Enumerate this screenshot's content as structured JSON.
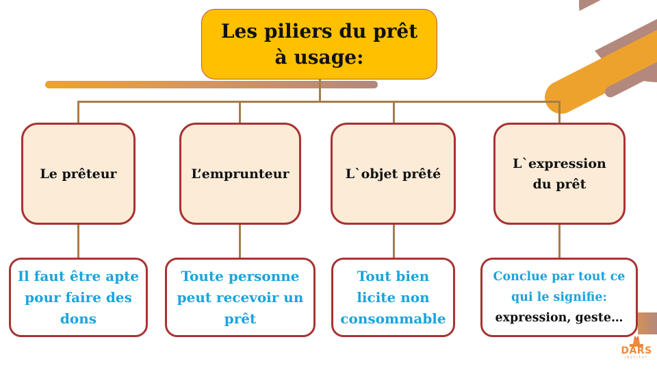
{
  "title": {
    "line1": "Les piliers du prêt",
    "line2": "à usage:"
  },
  "pillars": [
    {
      "label": "Le prêteur",
      "description": {
        "lines": [
          "Il faut être apte",
          "pour faire des",
          "dons"
        ]
      }
    },
    {
      "label": "L’emprunteur",
      "description": {
        "lines": [
          "Toute personne",
          "peut recevoir un",
          "prêt"
        ]
      }
    },
    {
      "label": "L`objet prêté",
      "description": {
        "lines": [
          "Tout bien",
          "licite non",
          "consommable"
        ]
      }
    },
    {
      "label_lines": [
        "L`expression",
        "du prêt"
      ],
      "description": {
        "lines": [
          "Conclue par tout ce",
          "qui le signifie:"
        ],
        "emphasis_line": "expression, geste…"
      }
    }
  ],
  "logo": {
    "name": "DARS",
    "subtitle": "INSTITUT"
  },
  "colors": {
    "title_fill": "#ffc000",
    "pillar_fill": "#fcebd7",
    "border": "#a83232",
    "connector": "#a67c4a",
    "description_text": "#1aa4dd",
    "accent_orange": "#eea22e",
    "accent_mauve": "#b3887d"
  }
}
